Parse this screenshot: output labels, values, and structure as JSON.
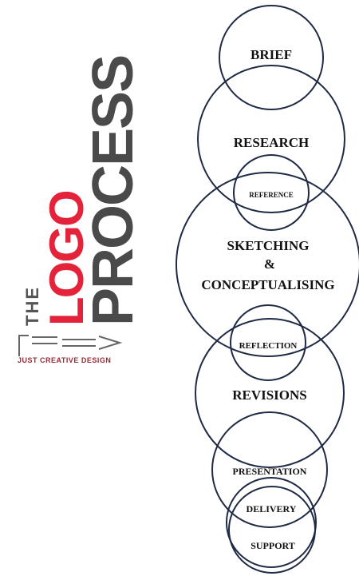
{
  "logo": {
    "the": "THE",
    "logo_word": "LOGO",
    "process_word": "PROCESS",
    "tagline": "JUST CREATIVE DESIGN",
    "colors": {
      "logo_red": "#e4233b",
      "process_gray": "#4a4a4a",
      "the_gray": "#555555",
      "tagline_red": "#c8202e",
      "tagline_gray": "#777777"
    }
  },
  "diagram": {
    "circle_stroke": "#1f2a44",
    "stages": [
      {
        "id": "brief",
        "label": "BRIEF"
      },
      {
        "id": "research",
        "label": "RESEARCH"
      },
      {
        "id": "reference",
        "label": "REFERENCE"
      },
      {
        "id": "sketching",
        "lines": [
          "SKETCHING",
          "&",
          "CONCEPTUALISING"
        ]
      },
      {
        "id": "reflection",
        "label": "REFLECTION"
      },
      {
        "id": "revisions",
        "label": "REVISIONS"
      },
      {
        "id": "presentation",
        "label": "PRESENTATION"
      },
      {
        "id": "delivery",
        "label": "DELIVERY"
      },
      {
        "id": "support",
        "label": "SUPPORT"
      }
    ]
  }
}
